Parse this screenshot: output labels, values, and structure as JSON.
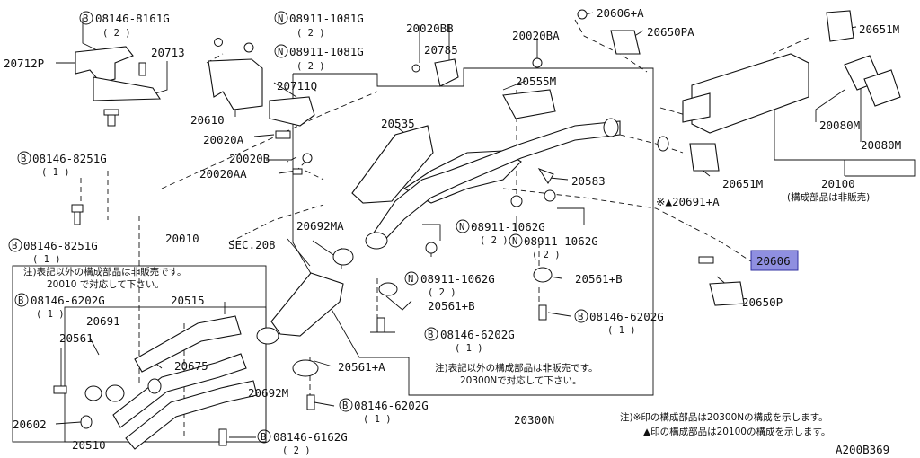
{
  "labels": {
    "b_08146_8161g": "08146-8161G",
    "b_08146_8161g_qty": "( 2 )",
    "n_08911_1081g_a": "08911-1081G",
    "n_08911_1081g_a_qty": "( 2 )",
    "n_08911_1081g_b": "08911-1081G",
    "n_08911_1081g_b_qty": "( 2 )",
    "p20020bb": "20020BB",
    "p20785": "20785",
    "p20020ba": "20020BA",
    "p20606a": "20606+A",
    "p20650pa": "20650PA",
    "p20651m_a": "20651M",
    "p20712p": "20712P",
    "p20713": "20713",
    "p20711q": "20711Q",
    "p20610": "20610",
    "p20020a": "20020A",
    "p20535": "20535",
    "p20555m": "20555M",
    "p20080m_a": "20080M",
    "p20080m_b": "20080M",
    "b_08146_8251g_a": "08146-8251G",
    "b_08146_8251g_a_qty": "( 1 )",
    "p20020b": "20020B",
    "p20020aa": "20020AA",
    "p20583": "20583",
    "p20651m_b": "20651M",
    "p20100": "20100",
    "p20100_note": "(構成部品は非販売)",
    "p20691a": "※▲20691+A",
    "n_08911_1062g_a": "08911-1062G",
    "n_08911_1062g_a_qty": "( 2 )",
    "n_08911_1062g_b": "08911-1062G",
    "n_08911_1062g_b_qty": "( 2 )",
    "p20692ma": "20692MA",
    "p20010": "20010",
    "b_08146_8251g_b": "08146-8251G",
    "b_08146_8251g_b_qty": "( 1 )",
    "sec208": "SEC.208",
    "p20606_hl": "20606",
    "note_20010_l1": "注)表記以外の構成部品は非販売です。",
    "note_20010_l2": "20010 で対応して下さい。",
    "b_08146_6202g_a": "08146-6202G",
    "b_08146_6202g_a_qty": "( 1 )",
    "p20515": "20515",
    "n_08911_1062g_c": "08911-1062G",
    "n_08911_1062g_c_qty": "( 2 )",
    "p20561b_a": "20561+B",
    "p20561b_b": "20561+B",
    "p20650p": "20650P",
    "p20691": "20691",
    "p20561": "20561",
    "b_08146_6202g_b": "08146-6202G",
    "b_08146_6202g_b_qty": "( 1 )",
    "b_08146_6202g_c": "08146-6202G",
    "b_08146_6202g_c_qty": "( 1 )",
    "p20675": "20675",
    "p20561a": "20561+A",
    "note_20300_l1": "注)表記以外の構成部品は非販売です。",
    "note_20300_l2": "20300Nで対応して下さい。",
    "p20692m": "20692M",
    "b_08146_6202g_d": "08146-6202G",
    "b_08146_6202g_d_qty": "( 1 )",
    "p20602": "20602",
    "p20300n": "20300N",
    "p20510": "20510",
    "b_08146_6162g": "08146-6162G",
    "b_08146_6162g_qty": "( 2 )",
    "footnote_l1": "注)※印の構成部品は20300Nの構成を示します。",
    "footnote_l2": "▲印の構成部品は20100の構成を示します。",
    "fig_code": "A200B369",
    "mark_b": "B",
    "mark_n": "N"
  },
  "colors": {
    "highlight": "#8f8fe0",
    "line": "#111111"
  }
}
